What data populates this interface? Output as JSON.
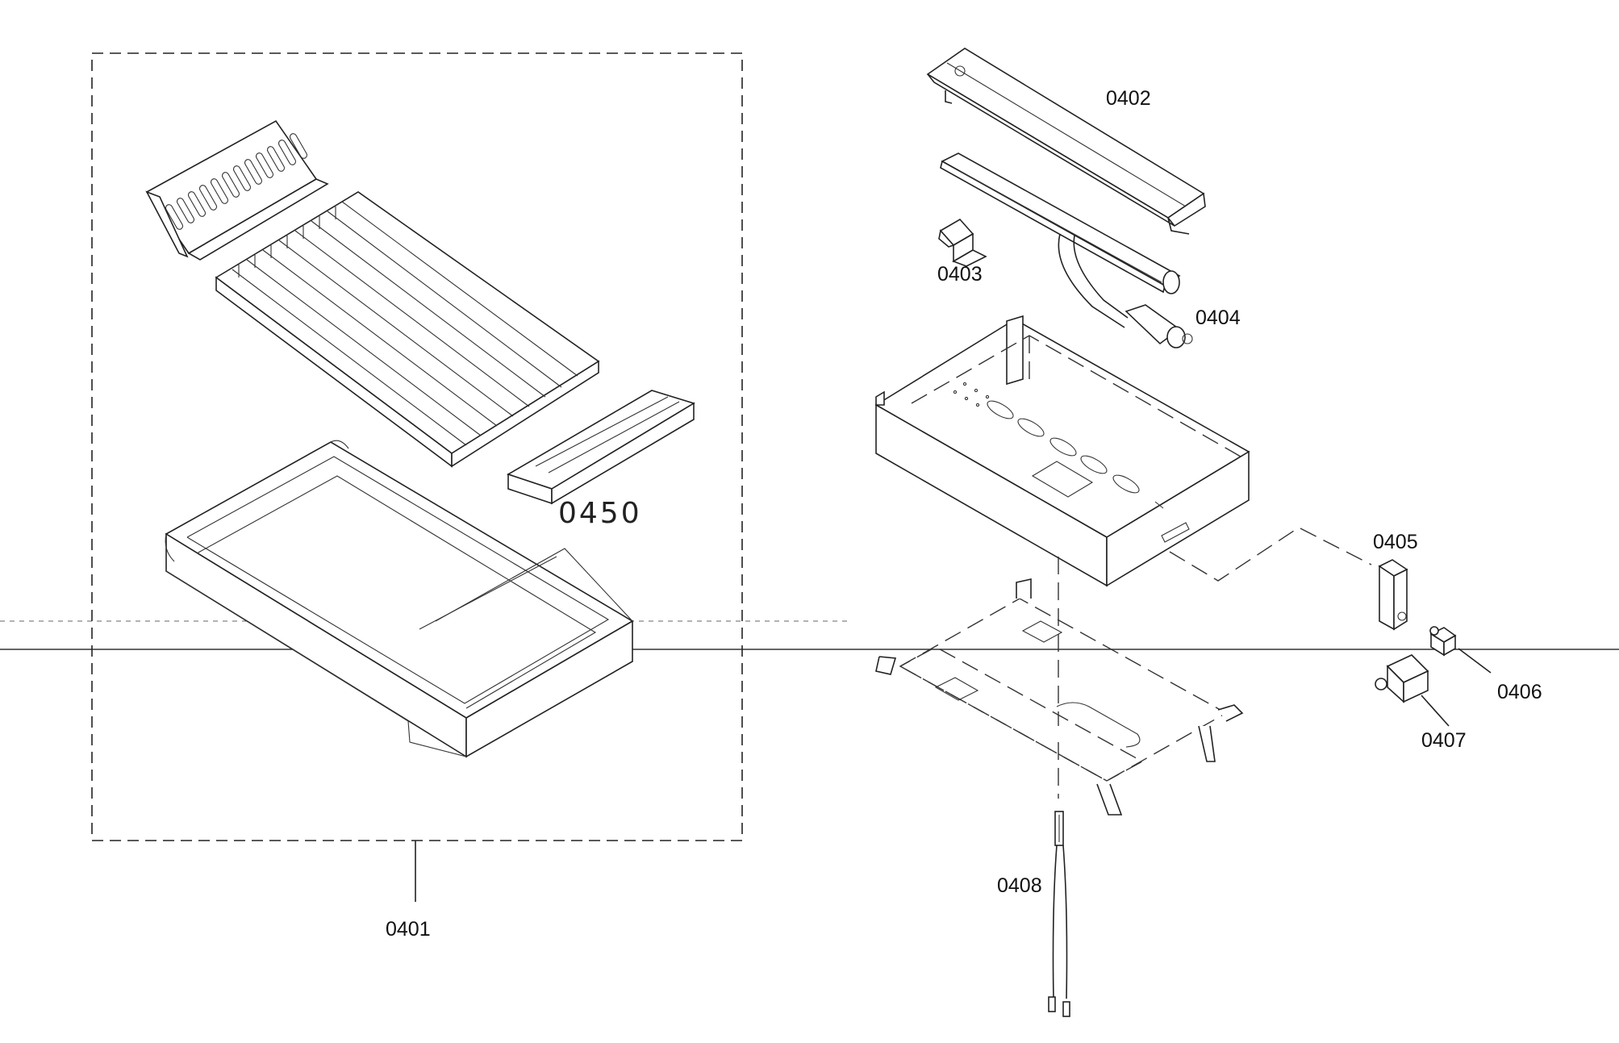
{
  "parts": [
    {
      "id": "0401",
      "label": "0401"
    },
    {
      "id": "0402",
      "label": "0402"
    },
    {
      "id": "0403",
      "label": "0403"
    },
    {
      "id": "0404",
      "label": "0404"
    },
    {
      "id": "0405",
      "label": "0405"
    },
    {
      "id": "0406",
      "label": "0406"
    },
    {
      "id": "0407",
      "label": "0407"
    },
    {
      "id": "0408",
      "label": "0408"
    },
    {
      "id": "0450",
      "label": "0450"
    }
  ]
}
